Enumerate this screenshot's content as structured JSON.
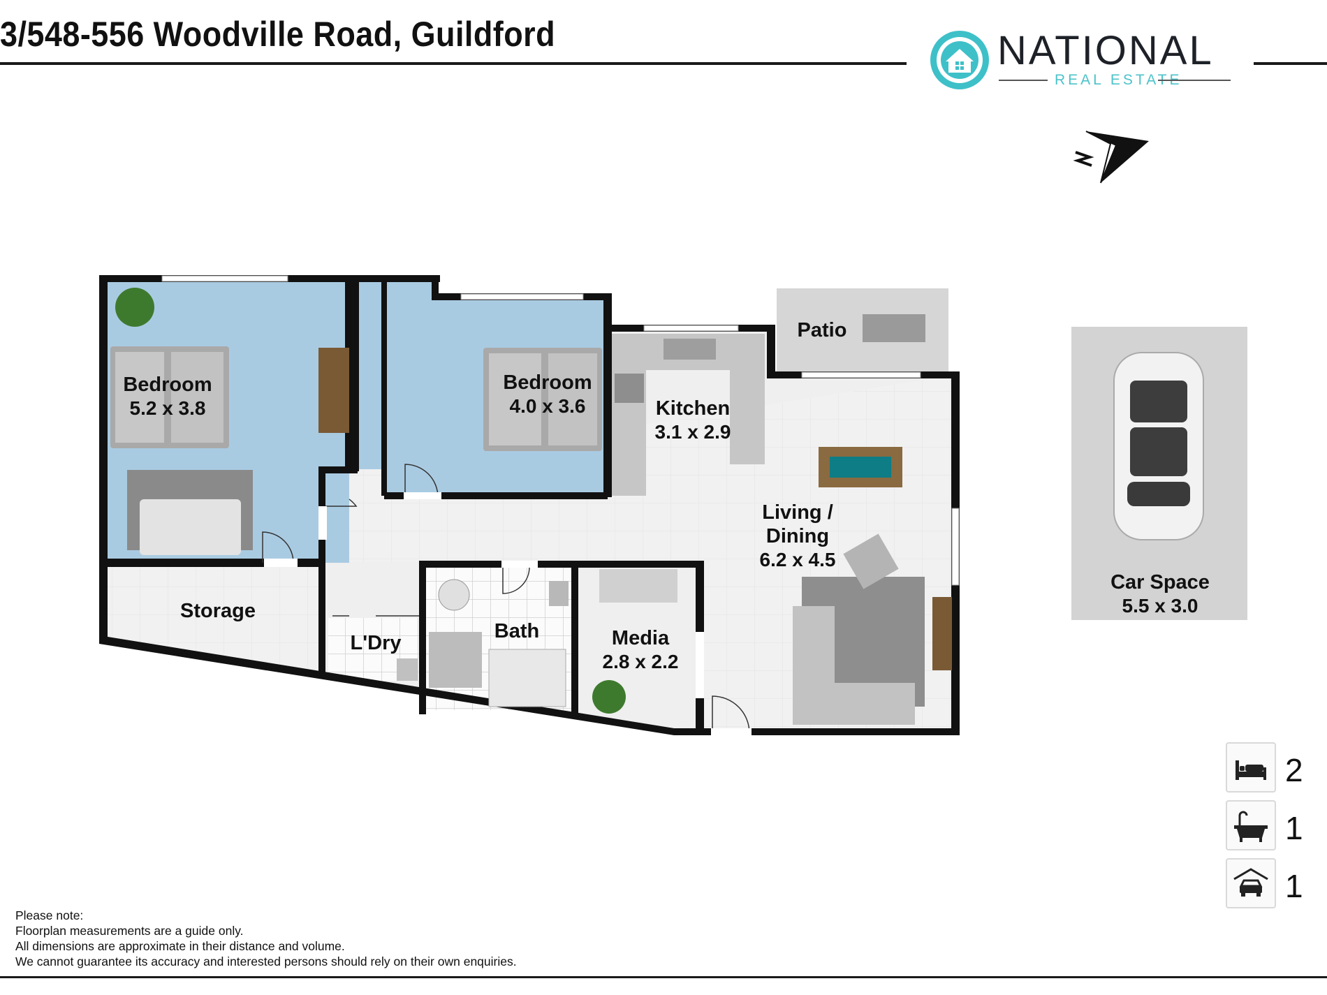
{
  "header": {
    "title": "3/548-556 Woodville Road, Guildford",
    "brand_name": "NATIONAL",
    "brand_sub": "REAL ESTATE"
  },
  "rooms": {
    "bedroom1": {
      "name": "Bedroom",
      "size": "5.2 x 3.8"
    },
    "bedroom2": {
      "name": "Bedroom",
      "size": "4.0 x 3.6"
    },
    "kitchen": {
      "name": "Kitchen",
      "size": "3.1 x 2.9"
    },
    "patio": {
      "name": "Patio"
    },
    "living": {
      "name1": "Living /",
      "name2": "Dining",
      "size": "6.2 x 4.5"
    },
    "storage": {
      "name": "Storage"
    },
    "laundry": {
      "name": "L'Dry"
    },
    "bath": {
      "name": "Bath"
    },
    "media": {
      "name": "Media",
      "size": "2.8 x 2.2"
    },
    "car": {
      "name": "Car Space",
      "size": "5.5 x 3.0"
    }
  },
  "stats": {
    "bedrooms": "2",
    "bathrooms": "1",
    "parking": "1"
  },
  "icons": [
    "compass-icon",
    "bed-icon",
    "bath-icon",
    "garage-icon"
  ],
  "colors": {
    "bedroom_fill": "#a9cbe2",
    "brand_teal": "#3ec0c8",
    "wall": "#111111"
  },
  "note": {
    "line1": "Please note:",
    "line2": "Floorplan measurements are a guide only.",
    "line3": "All dimensions are approximate in their distance and volume.",
    "line4": "We cannot guarantee its accuracy and interested persons should rely on their own enquiries."
  }
}
